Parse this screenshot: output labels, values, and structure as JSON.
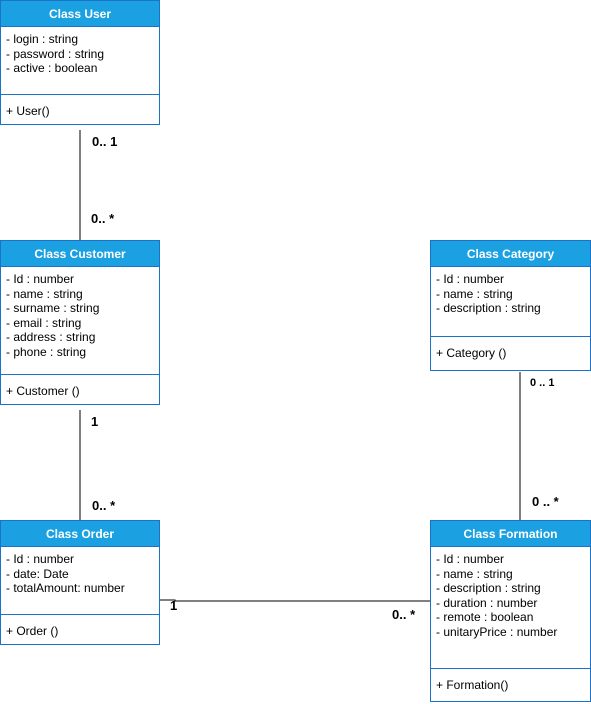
{
  "classes": {
    "user": {
      "title": "Class User",
      "attributes": [
        "- login : string",
        "- password : string",
        "- active : boolean"
      ],
      "operations": [
        "+ User()"
      ]
    },
    "customer": {
      "title": "Class Customer",
      "attributes": [
        "- Id : number",
        "- name : string",
        "- surname : string",
        "- email : string",
        "- address : string",
        "- phone : string"
      ],
      "operations": [
        "+ Customer ()"
      ]
    },
    "order": {
      "title": "Class Order",
      "attributes": [
        "- Id : number",
        "- date: Date",
        "- totalAmount: number"
      ],
      "operations": [
        "+ Order ()"
      ]
    },
    "category": {
      "title": "Class Category",
      "attributes": [
        "- Id : number",
        "- name : string",
        "- description : string"
      ],
      "operations": [
        "+ Category ()"
      ]
    },
    "formation": {
      "title": "Class Formation",
      "attributes": [
        "- Id : number",
        "- name : string",
        "- description : string",
        "- duration : number",
        "- remote : boolean",
        "- unitaryPrice : number"
      ],
      "operations": [
        "+ Formation()"
      ]
    }
  },
  "associations": {
    "user_customer": {
      "source_multiplicity": "0.. 1",
      "target_multiplicity": "0.. *"
    },
    "customer_order": {
      "source_multiplicity": "1",
      "target_multiplicity": "0.. *"
    },
    "order_formation": {
      "source_multiplicity": "1",
      "target_multiplicity": "0.. *"
    },
    "category_formation": {
      "source_multiplicity": "0 .. 1",
      "target_multiplicity": "0 .. *"
    }
  },
  "colors": {
    "header_fill": "#1ba1e2",
    "border": "#1a73c8",
    "line": "#000000"
  }
}
